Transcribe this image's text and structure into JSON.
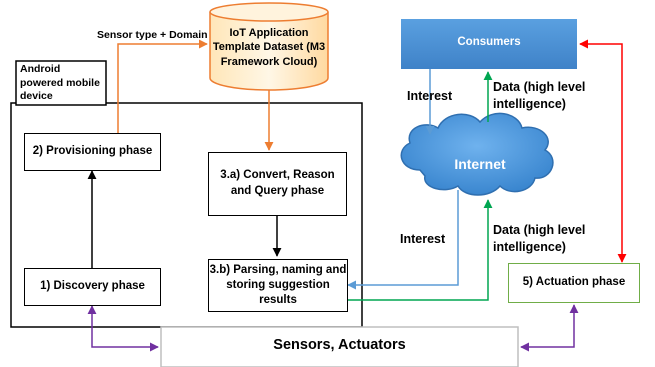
{
  "nodes": {
    "device_label": "Android powered mobile device",
    "dataset": "IoT Application Template Dataset (M3 Framework Cloud)",
    "consumers": "Consumers",
    "internet": "Internet",
    "provisioning": "2) Provisioning phase",
    "convert": "3.a) Convert, Reason and Query phase",
    "parsing": "3.b) Parsing, naming and storing suggestion results",
    "discovery": "1) Discovery phase",
    "actuation": "5) Actuation phase",
    "sensors": "Sensors, Actuators"
  },
  "edges": {
    "sensor_domain": "Sensor type + Domain",
    "interest_top": "Interest",
    "data_top": "Data (high level intelligence)",
    "interest_bottom": "Interest",
    "data_bottom": "Data (high level intelligence)"
  },
  "colors": {
    "orange": "#ed7d31",
    "blue": "#5b9bd5",
    "green": "#00a651",
    "red": "#ff0000",
    "purple": "#7030a0",
    "consumers_fill": "#4a90d9",
    "internet_fill": "#3d8fd8"
  }
}
